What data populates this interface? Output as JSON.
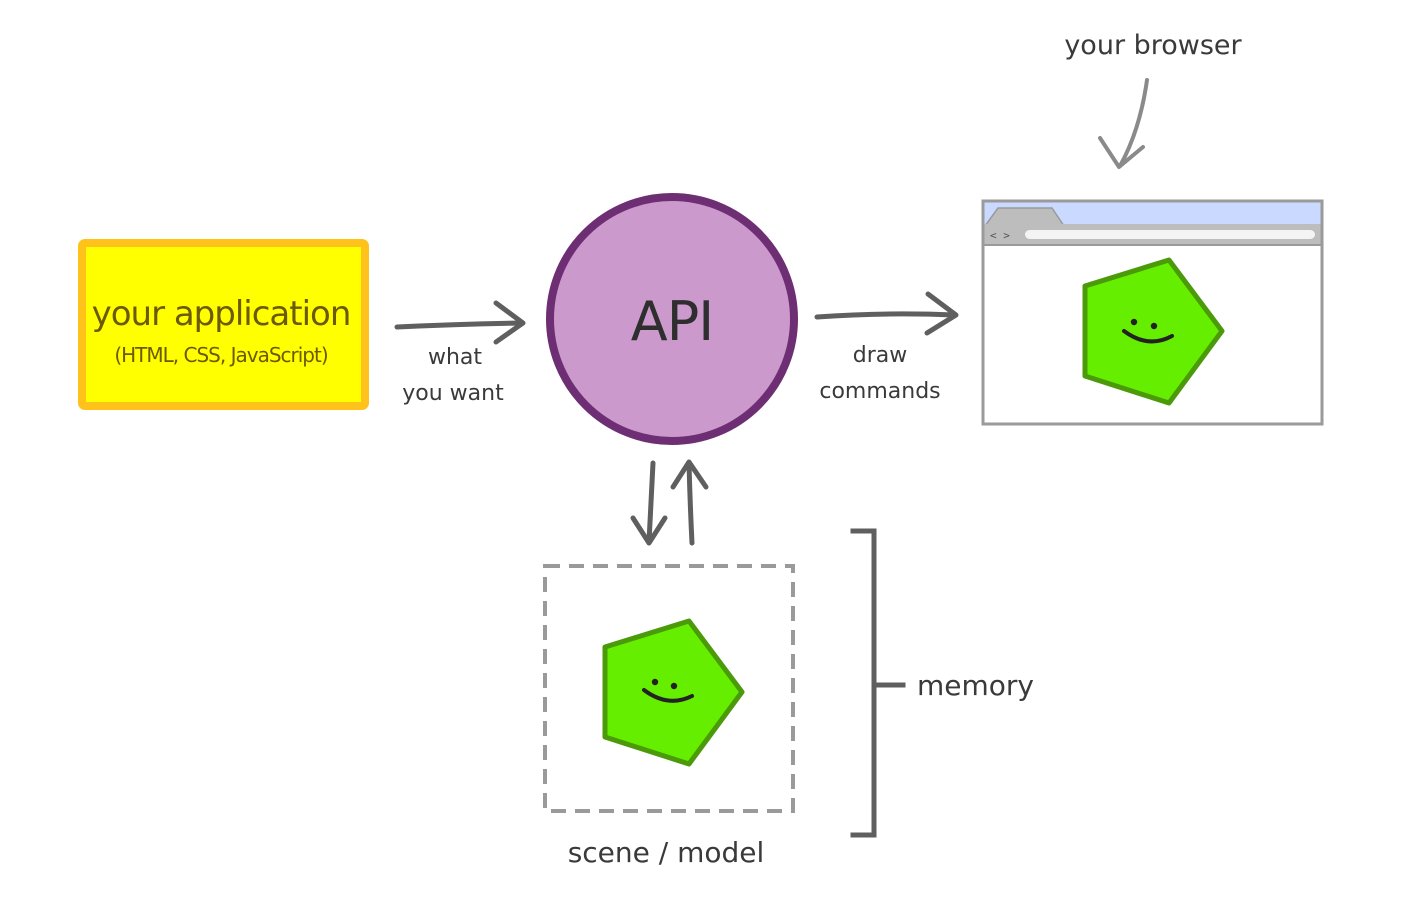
{
  "diagram": {
    "application": {
      "title": "your application",
      "subtitle": "(HTML, CSS, JavaScript)"
    },
    "api": {
      "label": "API"
    },
    "edges": {
      "what_you_want": [
        "what",
        "you want"
      ],
      "draw_commands": [
        "draw",
        "commands"
      ]
    },
    "browser": {
      "label": "your browser",
      "nav": "< >"
    },
    "scene": {
      "label": "scene / model"
    },
    "memory": {
      "label": "memory"
    }
  },
  "colors": {
    "application_fill": "#ffff00",
    "application_border": "#ffc21a",
    "api_fill": "#cc99cc",
    "api_border": "#6e2e73",
    "pentagon_fill": "#66ee00",
    "pentagon_border": "#4a9a0a",
    "browser_tab_bar": "#c9d9ff",
    "arrow": "#5f5f5f"
  }
}
